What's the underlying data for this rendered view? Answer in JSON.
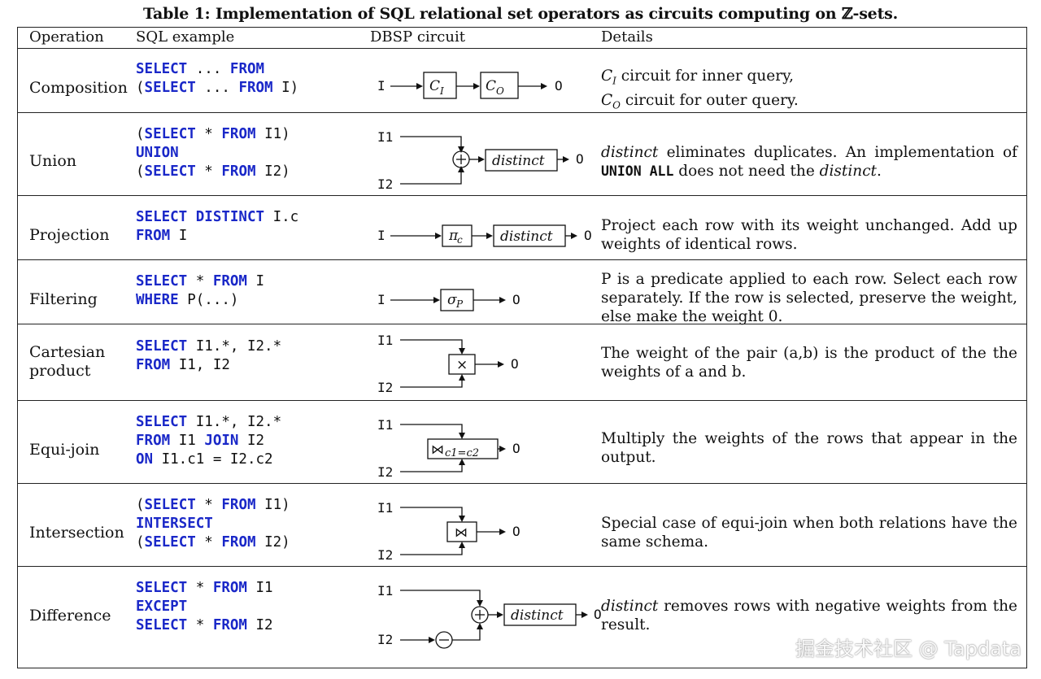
{
  "caption": "Table 1: Implementation of SQL relational set operators as circuits computing on ℤ-sets.",
  "headers": [
    "Operation",
    "SQL example",
    "DBSP circuit",
    "Details"
  ],
  "rows": [
    {
      "operation": "Composition",
      "sql": [
        [
          "SELECT",
          " ... ",
          "FROM"
        ],
        [
          "(",
          "SELECT",
          " ... ",
          "FROM",
          " I)"
        ]
      ],
      "circuit": {
        "inputs": [
          "I"
        ],
        "ops": [
          "C_I",
          "C_O"
        ],
        "output": "O"
      },
      "details": "C_I circuit for inner query, C_O circuit for outer query."
    },
    {
      "operation": "Union",
      "sql_lines": [
        "(SELECT * FROM I1)",
        "UNION",
        "(SELECT * FROM I2)"
      ],
      "circuit": {
        "inputs": [
          "I1",
          "I2"
        ],
        "ops": [
          "+",
          "distinct"
        ],
        "output": "O"
      },
      "details": "distinct eliminates duplicates. An implementation of UNION ALL does not need the distinct."
    },
    {
      "operation": "Projection",
      "sql_lines": [
        "SELECT DISTINCT I.c",
        "FROM I"
      ],
      "circuit": {
        "inputs": [
          "I"
        ],
        "ops": [
          "π_c",
          "distinct"
        ],
        "output": "O"
      },
      "details": "Project each row with its weight unchanged. Add up weights of identical rows."
    },
    {
      "operation": "Filtering",
      "sql_lines": [
        "SELECT * FROM I",
        "WHERE P(...)"
      ],
      "circuit": {
        "inputs": [
          "I"
        ],
        "ops": [
          "σ_P"
        ],
        "output": "O"
      },
      "details": "P is a predicate applied to each row. Select each row separately. If the row is selected, preserve the weight, else make the weight 0."
    },
    {
      "operation": "Cartesian product",
      "sql_lines": [
        "SELECT I1.*, I2.*",
        "FROM I1, I2"
      ],
      "circuit": {
        "inputs": [
          "I1",
          "I2"
        ],
        "ops": [
          "×"
        ],
        "output": "O"
      },
      "details": "The weight of the pair (a,b) is the product of the the weights of a and b."
    },
    {
      "operation": "Equi-join",
      "sql_lines": [
        "SELECT I1.*, I2.*",
        "FROM I1 JOIN I2",
        "ON I1.c1 = I2.c2"
      ],
      "circuit": {
        "inputs": [
          "I1",
          "I2"
        ],
        "ops": [
          "⋈ c1=c2"
        ],
        "output": "O"
      },
      "details": "Multiply the weights of the rows that appear in the output."
    },
    {
      "operation": "Intersection",
      "sql_lines": [
        "(SELECT * FROM I1)",
        "INTERSECT",
        "(SELECT * FROM I2)"
      ],
      "circuit": {
        "inputs": [
          "I1",
          "I2"
        ],
        "ops": [
          "⋈"
        ],
        "output": "O"
      },
      "details": "Special case of equi-join when both relations have the same schema."
    },
    {
      "operation": "Difference",
      "sql_lines": [
        "SELECT * FROM I1",
        "EXCEPT",
        "SELECT * FROM I2"
      ],
      "circuit": {
        "inputs": [
          "I1",
          "I2"
        ],
        "ops": [
          "−",
          "+",
          "distinct"
        ],
        "output": "O"
      },
      "details": "distinct removes rows with negative weights from the result."
    }
  ],
  "watermark": "掘金技术社区 @ Tapdata",
  "colors": {
    "keyword": "#1a28c8",
    "text": "#111111",
    "rule": "#222222"
  }
}
